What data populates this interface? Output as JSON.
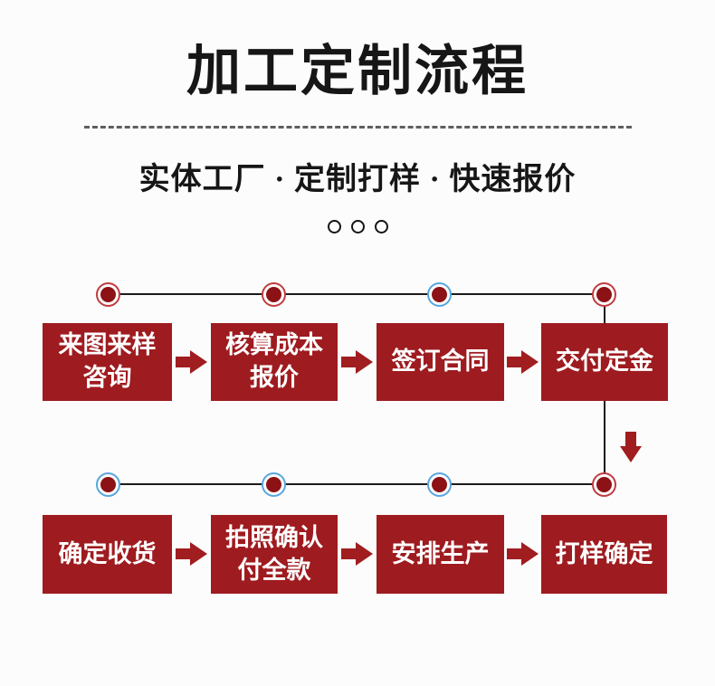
{
  "page": {
    "title": "加工定制流程",
    "subtitle": "实体工厂 · 定制打样 · 快速报价"
  },
  "colors": {
    "page_bg": "#fcfcfc",
    "title_text": "#161616",
    "divider_gray": "#5f5f5f",
    "circle_stroke": "#141414",
    "line_dark": "#1b1b1b",
    "box_red": "#9e1b1f",
    "arrow_red": "#a01d20",
    "dot_fill": "#8c1216",
    "ring_red": "#c23b3e",
    "ring_blue": "#58a6df",
    "box_text": "#ffffff"
  },
  "flow": {
    "connectors": [
      {
        "dots": [
          "red",
          "red",
          "blue",
          "red"
        ]
      },
      {
        "dots": [
          "blue",
          "blue",
          "blue",
          "red"
        ]
      }
    ],
    "rows": [
      {
        "steps": [
          {
            "label": "来图来样\n咨询"
          },
          {
            "label": "核算成本\n报价"
          },
          {
            "label": "签订合同"
          },
          {
            "label": "交付定金"
          }
        ]
      },
      {
        "steps": [
          {
            "label": "确定收货"
          },
          {
            "label": "拍照确认\n付全款"
          },
          {
            "label": "安排生产"
          },
          {
            "label": "打样确定"
          }
        ]
      }
    ]
  }
}
